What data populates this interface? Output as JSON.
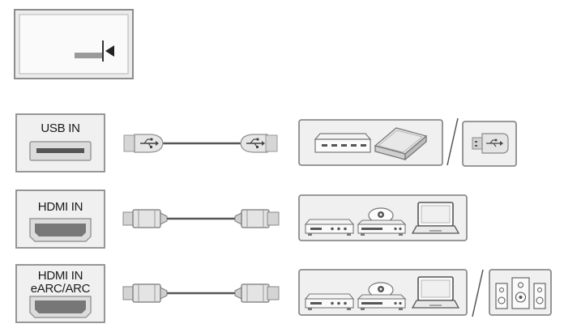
{
  "ports": [
    {
      "label_lines": [
        "USB IN"
      ]
    },
    {
      "label_lines": [
        "HDMI IN"
      ]
    },
    {
      "label_lines": [
        "HDMI IN",
        "eARC/ARC"
      ]
    }
  ],
  "icons": {
    "tv_back_panel": "tv-back-panel-icon",
    "usb_cable": "usb-cable-icon",
    "hdmi_cable": "hdmi-cable-icon",
    "usb_hub": "usb-hub-icon",
    "external_hdd": "external-hdd-icon",
    "usb_flash_drive": "usb-flash-drive-icon",
    "set_top_box": "set-top-box-icon",
    "dvd_player": "dvd-player-icon",
    "laptop": "laptop-icon",
    "speaker_system": "speaker-system-icon"
  },
  "colors": {
    "panel_fill": "#f0f0f0",
    "panel_border": "#8c8c8c",
    "dark": "#555555",
    "mid": "#999999",
    "light": "#dcdcdc"
  }
}
